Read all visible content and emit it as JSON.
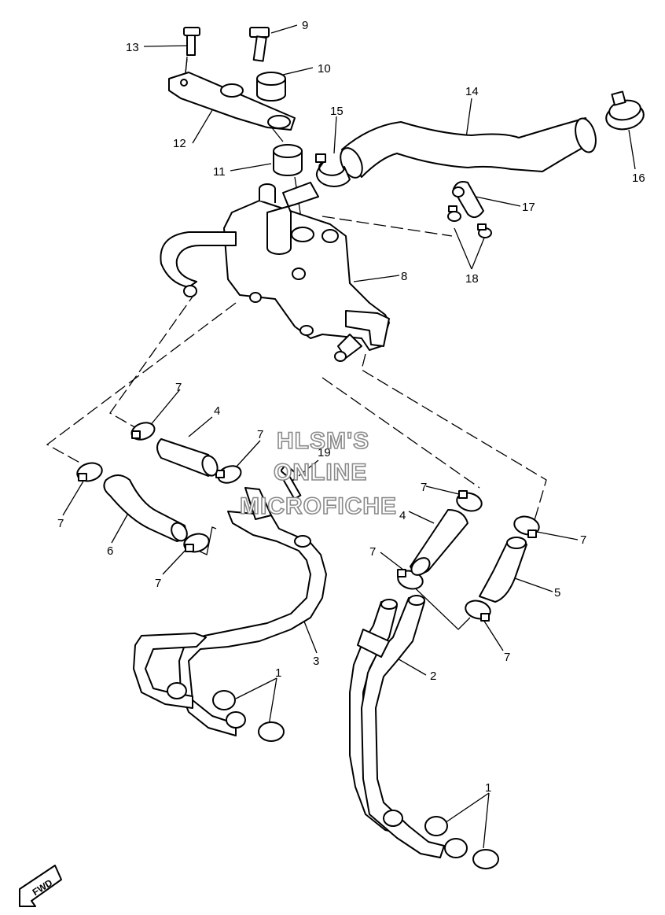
{
  "diagram": {
    "callouts": [
      "1",
      "1",
      "2",
      "3",
      "4",
      "4",
      "5",
      "6",
      "7",
      "7",
      "7",
      "7",
      "7",
      "7",
      "7",
      "7",
      "8",
      "9",
      "10",
      "11",
      "12",
      "13",
      "14",
      "15",
      "16",
      "17",
      "18",
      "19"
    ]
  },
  "watermark": {
    "line1": "HLSM'S",
    "line2": "ONLINE",
    "line3": "MICROFICHE"
  },
  "fwd_badge": "FWD"
}
